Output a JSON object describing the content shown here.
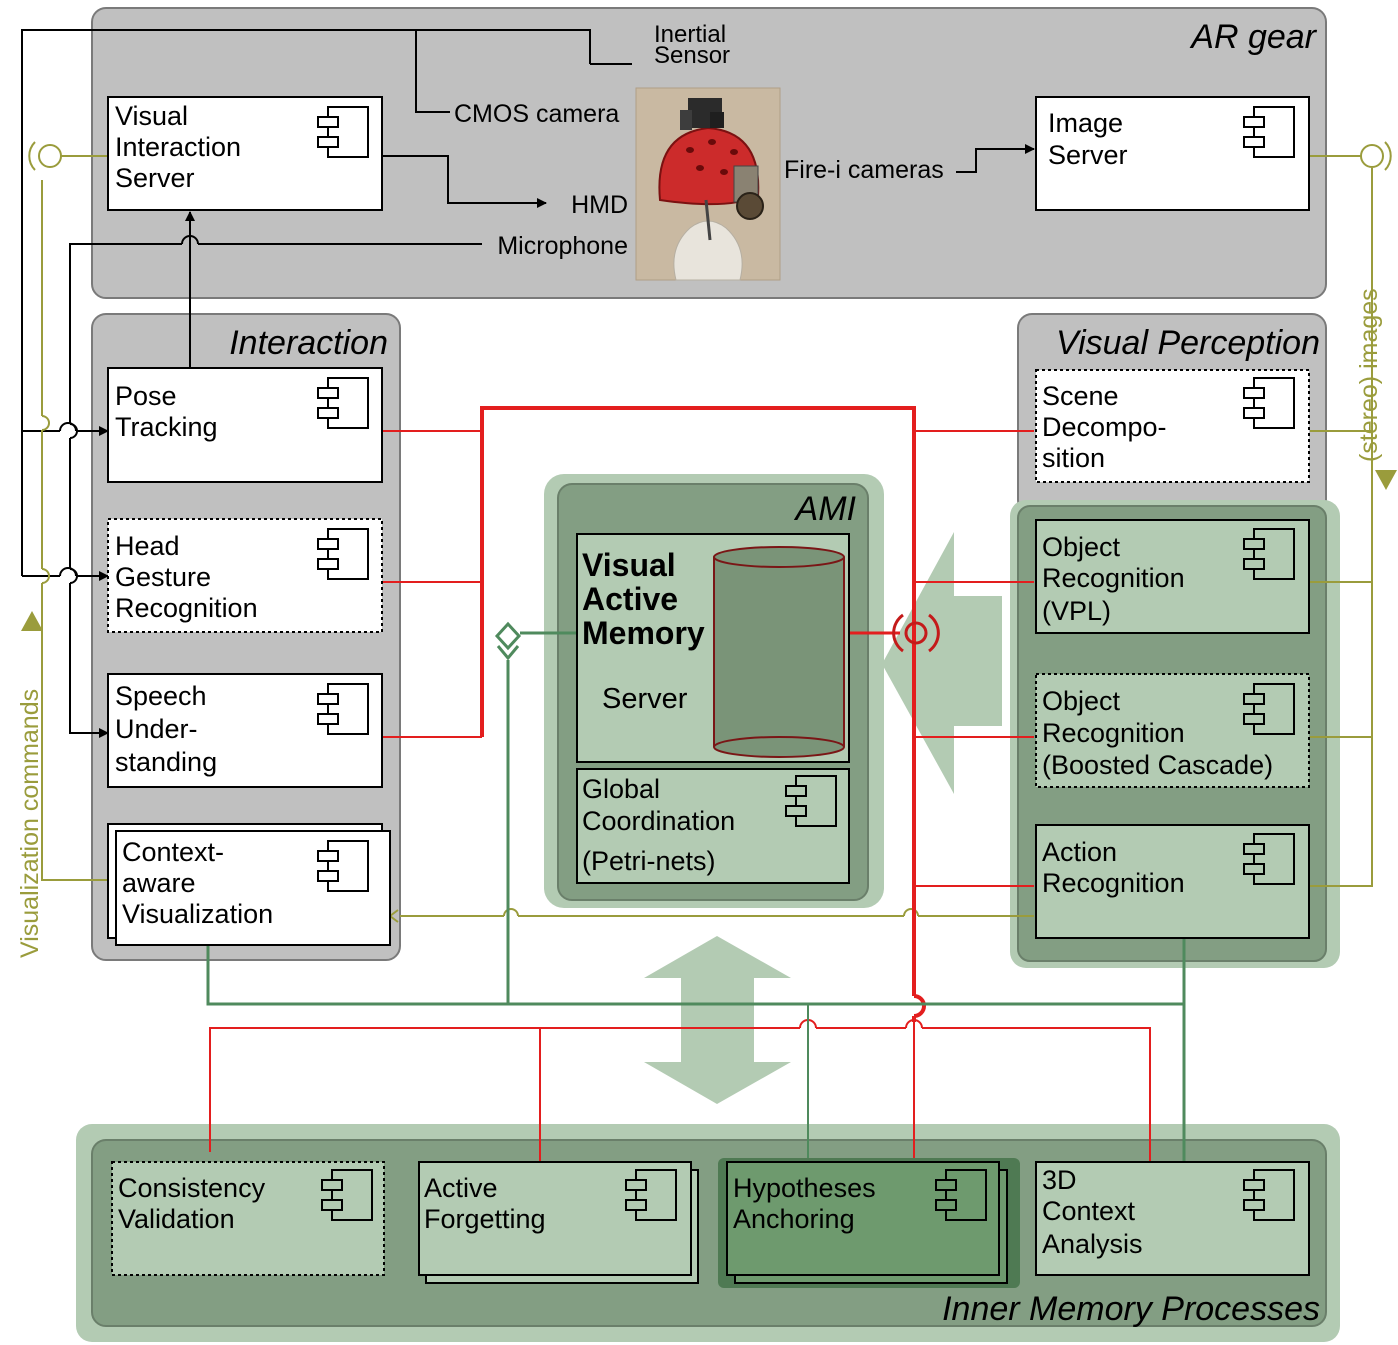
{
  "groups": {
    "ar_gear": "AR gear",
    "interaction": "Interaction",
    "visual_perception": "Visual Perception",
    "ami": "AMI",
    "inner_memory": "Inner Memory Processes"
  },
  "components": {
    "vis_server": [
      "Visual",
      "Interaction",
      "Server"
    ],
    "image_server": [
      "Image",
      "Server"
    ],
    "pose": [
      "Pose",
      "Tracking"
    ],
    "head": [
      "Head",
      "Gesture",
      "Recognition"
    ],
    "speech": [
      "Speech",
      "Under-",
      "standing"
    ],
    "context": [
      "Context-",
      "aware",
      "Visualization"
    ],
    "scene": [
      "Scene",
      "Decompo-",
      "sition"
    ],
    "objvpl": [
      "Object",
      "Recognition",
      "(VPL)"
    ],
    "objbc": [
      "Object",
      "Recognition",
      "(Boosted Cascade)"
    ],
    "action": [
      "Action",
      "Recognition"
    ],
    "vam_title": [
      "Visual",
      "Active",
      "Memory"
    ],
    "vam_server": "Server",
    "global": [
      "Global",
      "Coordination",
      "(Petri-nets)"
    ],
    "consistency": [
      "Consistency",
      "Validation"
    ],
    "forgetting": [
      "Active",
      "Forgetting"
    ],
    "anchoring": [
      "Hypotheses",
      "Anchoring"
    ],
    "context3d": [
      "3D",
      "Context",
      "Analysis"
    ]
  },
  "devices": {
    "inertial": [
      "Inertial",
      "Sensor"
    ],
    "cmos": "CMOS camera",
    "hmd": "HMD",
    "mic": "Microphone",
    "firei": "Fire-i cameras"
  },
  "side_labels": {
    "vis_commands": "Visualization commands",
    "stereo_images": "(stereo) images"
  },
  "colors": {
    "gray_panel": "#c0c0c0",
    "green_light": "#b3cbb3",
    "green_mid": "#839e83",
    "green_line": "#4f8a5d",
    "red_line": "#e31e1e",
    "olive": "#9a9c3c"
  }
}
